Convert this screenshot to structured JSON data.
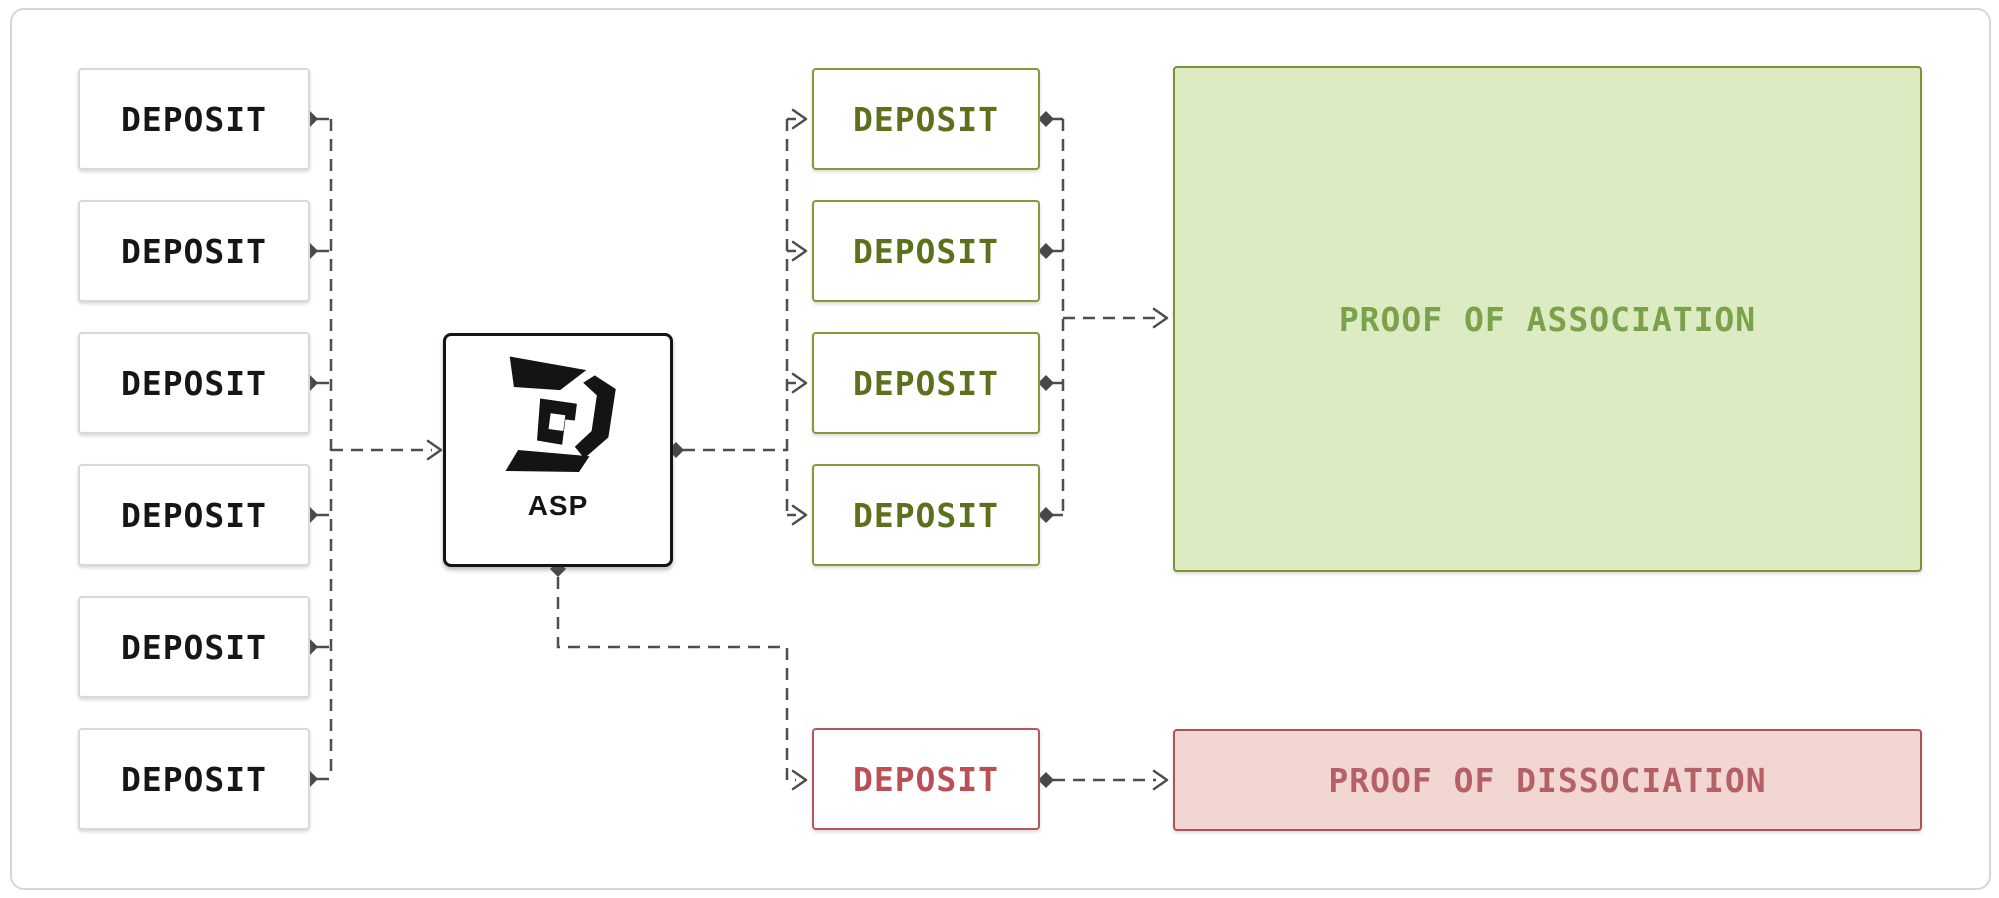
{
  "diagram": {
    "left_deposits": [
      {
        "label": "DEPOSIT"
      },
      {
        "label": "DEPOSIT"
      },
      {
        "label": "DEPOSIT"
      },
      {
        "label": "DEPOSIT"
      },
      {
        "label": "DEPOSIT"
      },
      {
        "label": "DEPOSIT"
      }
    ],
    "asp": {
      "label": "ASP"
    },
    "included_deposits": [
      {
        "label": "DEPOSIT"
      },
      {
        "label": "DEPOSIT"
      },
      {
        "label": "DEPOSIT"
      },
      {
        "label": "DEPOSIT"
      }
    ],
    "excluded_deposit": {
      "label": "DEPOSIT"
    },
    "proof_of_association": {
      "label": "PROOF OF ASSOCIATION"
    },
    "proof_of_dissociation": {
      "label": "PROOF OF DISSOCIATION"
    }
  },
  "colors": {
    "text-black": "#161616",
    "gray-border": "#d9d9d9",
    "green-border": "#839a38",
    "green-text": "#5d701c",
    "poa-fill": "#dcebc2",
    "poa-border": "#7e9138",
    "poa-text": "#79a24b",
    "red-border": "#b2575b",
    "red-text": "#bc4f53",
    "pod-fill": "#f2d6d2",
    "pod-border": "#ac5357",
    "pod-text": "#b56065",
    "connector": "#4e4e4e"
  }
}
